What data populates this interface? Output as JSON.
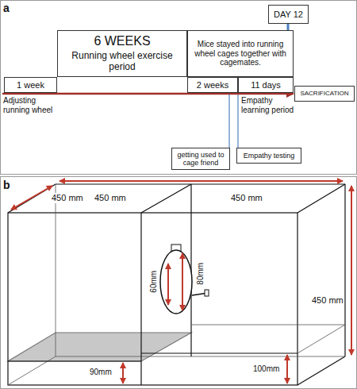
{
  "diagram": {
    "nodes": [
      {
        "text": [
          "1 week"
        ]
      },
      {
        "text": [
          "6 WEEKS",
          "Running wheel exercise period"
        ]
      },
      {
        "text": [
          "Mice stayed into running wheel cages together with cagemates."
        ]
      },
      {
        "text": [
          "2 weeks"
        ]
      },
      {
        "text": [
          "11 days"
        ]
      },
      {
        "text": [
          "DAY 12"
        ]
      },
      {
        "text": [
          "SACRIFICATION"
        ]
      },
      {
        "text": [
          "getting used to cage friend"
        ]
      },
      {
        "text": [
          "Empathy testing"
        ]
      }
    ],
    "labels": [
      "a",
      "Adjusting running wheel",
      "Empathy learning period",
      "b",
      "450 mm",
      "450 mm",
      "450 mm",
      "450 mm",
      "60mm",
      "80mm",
      "90mm",
      "100mm"
    ]
  }
}
